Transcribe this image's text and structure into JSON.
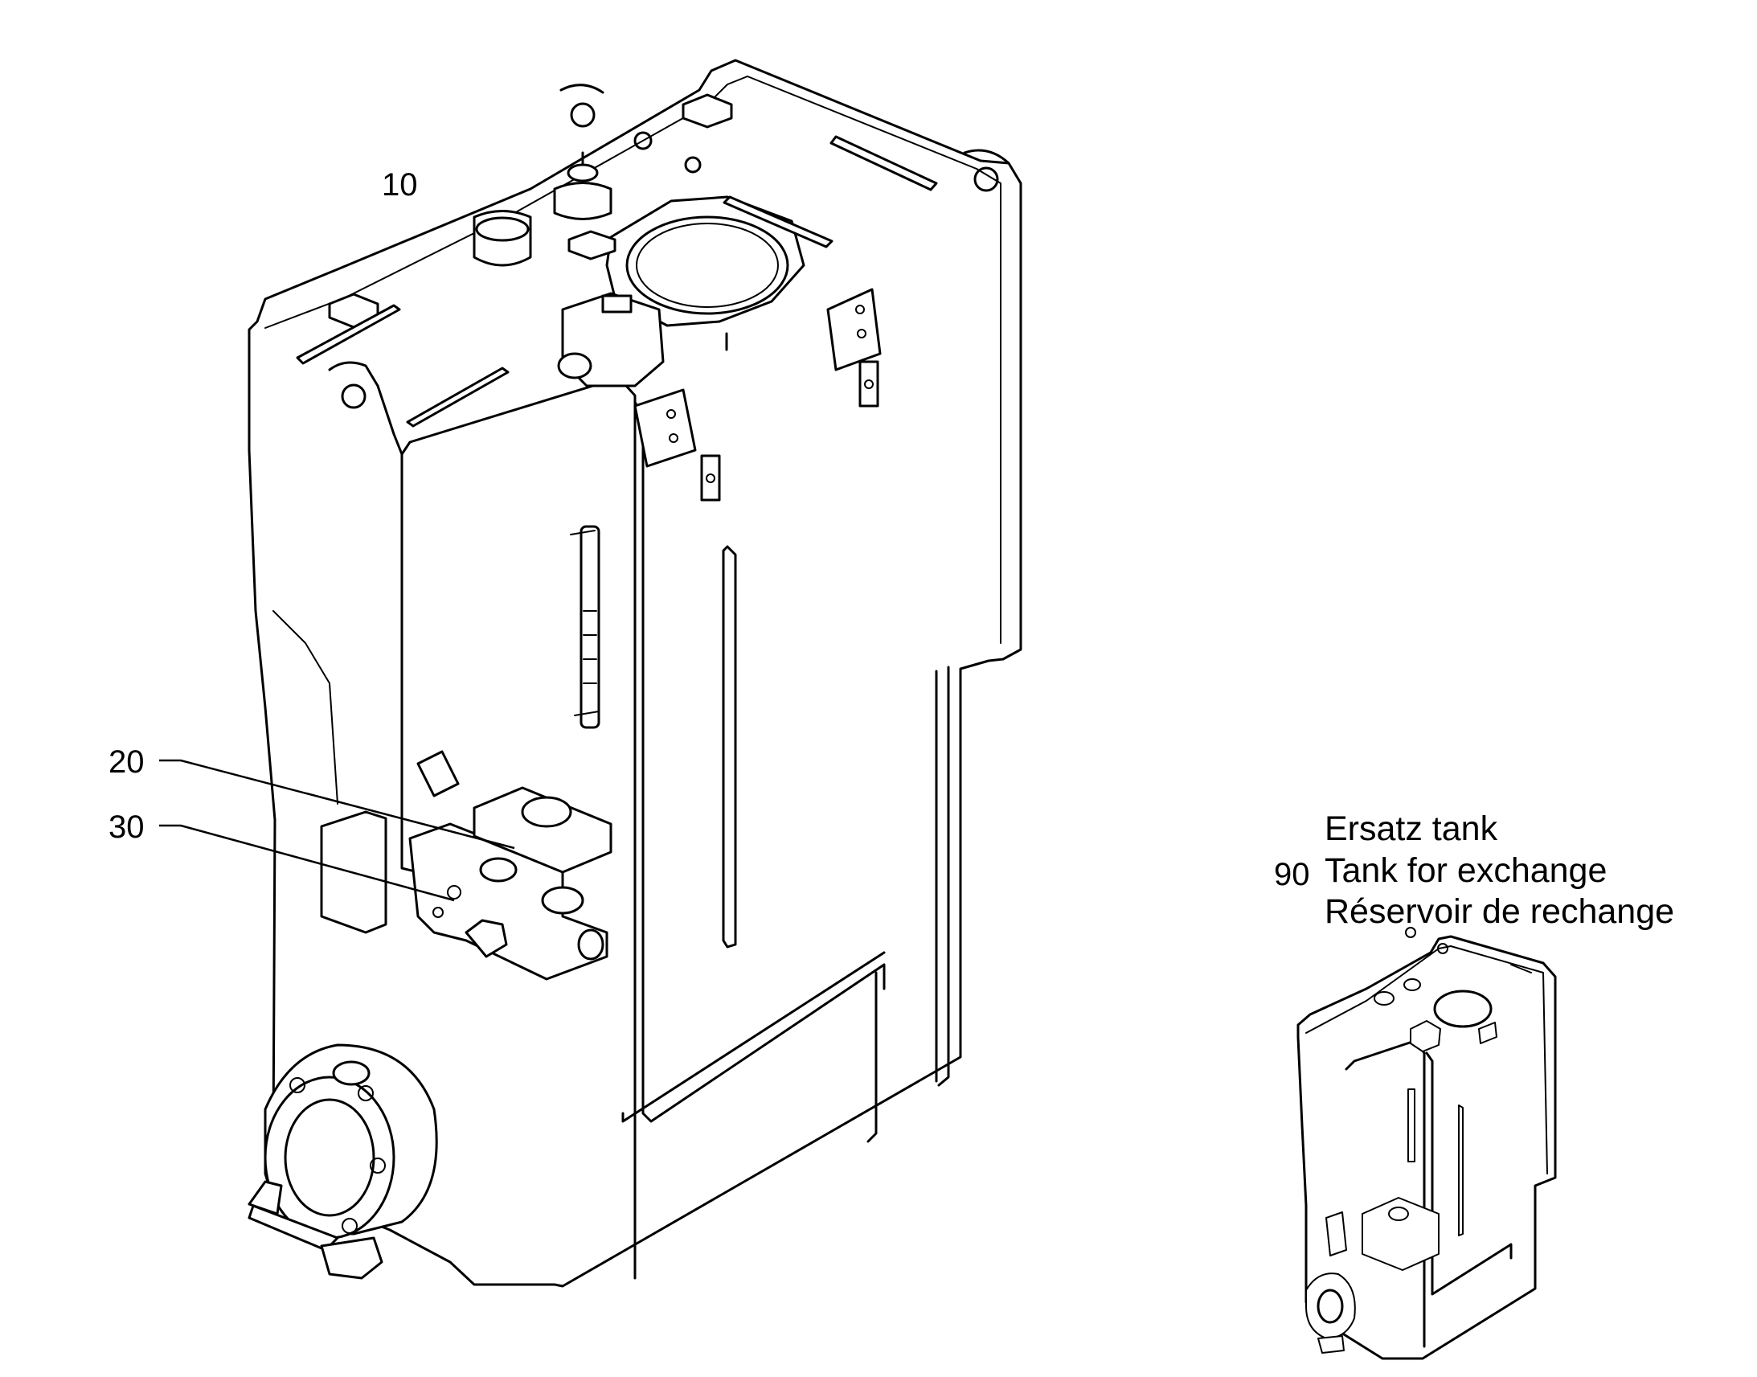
{
  "callouts": {
    "item_10": "10",
    "item_20": "20",
    "item_30": "30",
    "item_90": "90"
  },
  "legend": {
    "line_de": "Ersatz tank",
    "line_en": "Tank for exchange",
    "line_fr": "Réservoir de rechange"
  },
  "colors": {
    "ink": "#000000",
    "paper": "#ffffff"
  }
}
